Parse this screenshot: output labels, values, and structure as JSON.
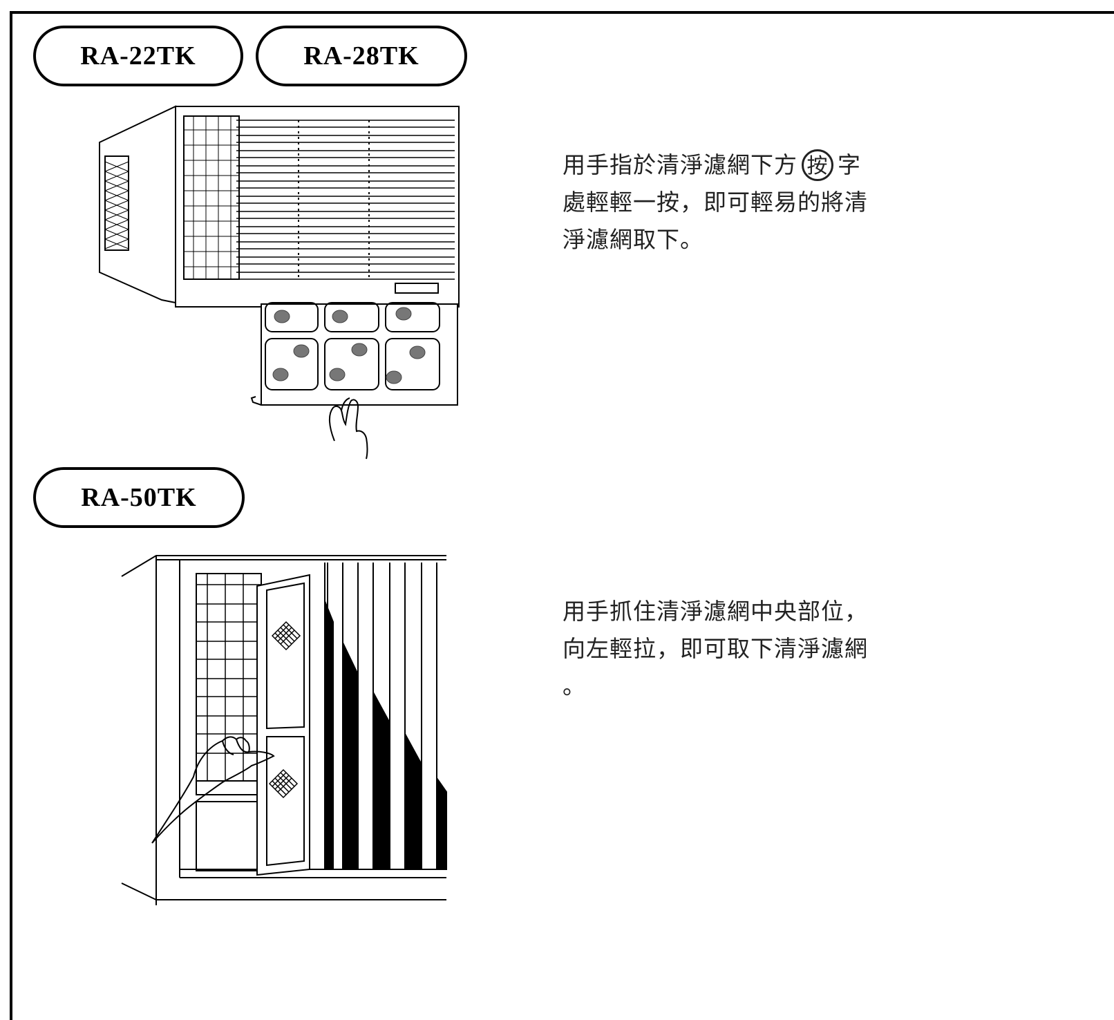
{
  "models": {
    "model_1": "RA-22TK",
    "model_2": "RA-28TK",
    "model_3": "RA-50TK"
  },
  "instructions": {
    "step_1": {
      "line_1_before": "用手指於清淨濾網下方",
      "circled_char": "按",
      "line_1_after": "字",
      "line_2": "處輕輕一按，即可輕易的將清",
      "line_3": "淨濾網取下。"
    },
    "step_2": {
      "line_1": "用手抓住清淨濾網中央部位，",
      "line_2": "向左輕拉，即可取下清淨濾網",
      "line_3": "。"
    }
  },
  "icons": {
    "illustration_1": "window-air-conditioner-filter-press-illustration",
    "illustration_2": "window-air-conditioner-filter-pull-illustration"
  }
}
